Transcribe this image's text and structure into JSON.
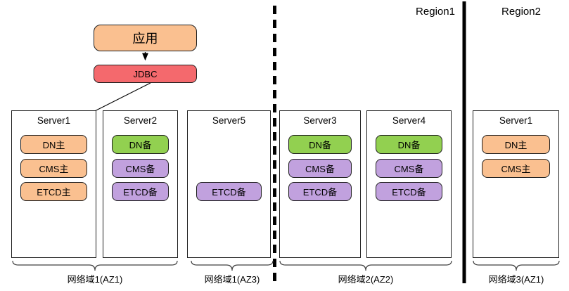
{
  "app_node": {
    "label": "应用",
    "fill": "#FAC090"
  },
  "jdbc_node": {
    "label": "JDBC",
    "fill": "#F4696D"
  },
  "region_labels": {
    "region1": "Region1",
    "region2": "Region2"
  },
  "colors": {
    "primary": "#FAC090",
    "dn_standby": "#92D050",
    "standby": "#C1A1DE"
  },
  "servers": [
    {
      "name": "Server1",
      "components": [
        {
          "label": "DN主"
        },
        {
          "label": "CMS主"
        },
        {
          "label": "ETCD主"
        }
      ]
    },
    {
      "name": "Server2",
      "components": [
        {
          "label": "DN备"
        },
        {
          "label": "CMS备"
        },
        {
          "label": "ETCD备"
        }
      ]
    },
    {
      "name": "Server5",
      "components": [
        {
          "label": "ETCD备"
        }
      ]
    },
    {
      "name": "Server3",
      "components": [
        {
          "label": "DN备"
        },
        {
          "label": "CMS备"
        },
        {
          "label": "ETCD备"
        }
      ]
    },
    {
      "name": "Server4",
      "components": [
        {
          "label": "DN备"
        },
        {
          "label": "CMS备"
        },
        {
          "label": "ETCD备"
        }
      ]
    },
    {
      "name": "Server1",
      "components": [
        {
          "label": "DN主"
        },
        {
          "label": "CMS主"
        }
      ]
    }
  ],
  "network_zones": [
    {
      "label": "网络域1(AZ1)"
    },
    {
      "label": "网络域1(AZ3)"
    },
    {
      "label": "网络域2(AZ2)"
    },
    {
      "label": "网络域3(AZ1)"
    }
  ]
}
